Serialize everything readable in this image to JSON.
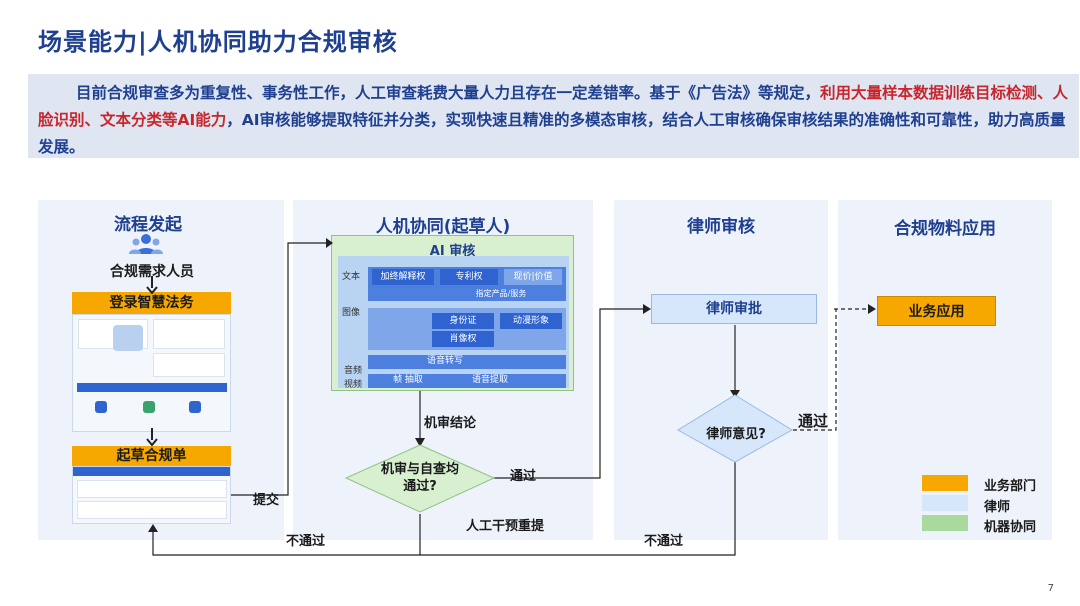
{
  "title": "场景能力|人机协同助力合规审核",
  "intro": {
    "part1": "目前合规审查多为重复性、事务性工作，人工审查耗费大量人力且存在一定差错率。基于《广告法》等规定，",
    "part2": "利用大量样本数据训练目标检测、人脸识别、文本分类等AI能力",
    "part3": "，AI审核能够提取特征并分类，实现快速且精准的多模态审核，结合人工审核确保审核结果的准确性和可靠性，助力高质量发展。"
  },
  "columns": {
    "initiate": "流程发起",
    "collab": "人机协同(起草人)",
    "lawyer": "律师审核",
    "apply": "合规物料应用"
  },
  "initiate": {
    "person_label": "合规需求人员",
    "login": "登录智慧法务",
    "draft": "起草合规单"
  },
  "ai": {
    "head": "AI 审核",
    "text_label": "文本",
    "image_label": "图像",
    "av_label_1": "音频",
    "av_label_2": "视频",
    "chips_text": [
      "加终解释权",
      "专利权",
      "现价|价值"
    ],
    "text_sub": [
      "指定产品/服务"
    ],
    "chips_image": [
      "身份证",
      "动漫形象",
      "肖像权"
    ],
    "chips_av": [
      "语音转写",
      "帧 抽取",
      "语音提取"
    ]
  },
  "flow": {
    "machine_conclusion": "机审结论",
    "decision_1": "机审与自查均通过?",
    "pass": "通过",
    "fail": "不通过",
    "submit": "提交",
    "manual": "人工干预重提",
    "lawyer_approve": "律师审批",
    "lawyer_opinion": "律师意见?",
    "business_app": "业务应用"
  },
  "legend": [
    {
      "label": "业务部门",
      "color": "#f6a800"
    },
    {
      "label": "律师",
      "color": "#d6e6fb"
    },
    {
      "label": "机器协同",
      "color": "#a9d99d"
    }
  ],
  "page_number": "7"
}
